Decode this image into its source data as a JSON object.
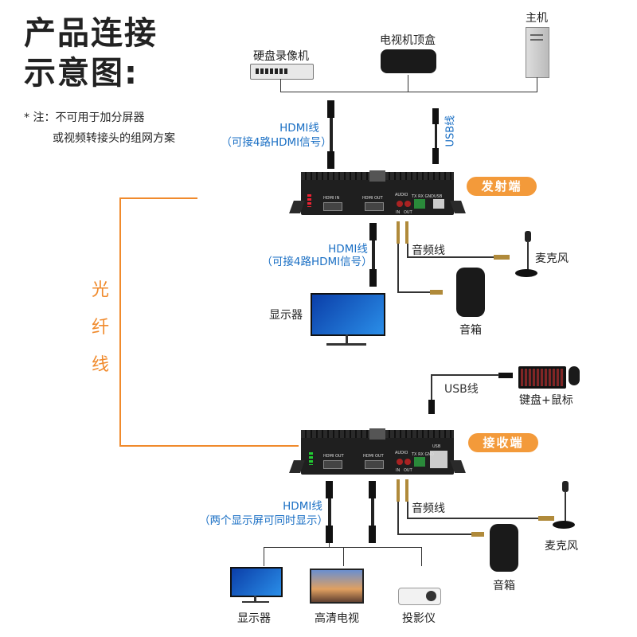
{
  "title": {
    "line1": "产品连接",
    "line2": "示意图:"
  },
  "note": {
    "line1": "* 注：不可用于加分屏器",
    "line2": "或视频转接头的组网方案"
  },
  "sources": {
    "nvr": "硬盘录像机",
    "stb": "电视机顶盒",
    "pc": "主机"
  },
  "top_hdmi": {
    "line1": "HDMI线",
    "line2": "（可接4路HDMI信号）"
  },
  "top_usb": "USB线",
  "transmitter": {
    "label": "发射端",
    "port_hdmi_in": "HDMI IN",
    "port_hdmi_out": "HDMI OUT",
    "port_audio": "AUDIO",
    "port_in": "IN",
    "port_out": "OUT",
    "port_txrx": "TX RX GND",
    "port_usb": "USB"
  },
  "tx_hdmi": {
    "line1": "HDMI线",
    "line2": "（可接4路HDMI信号）"
  },
  "tx_audio": "音频线",
  "tx_mic": "麦克风",
  "tx_speaker": "音箱",
  "tx_monitor": "显示器",
  "fiber": {
    "c1": "光",
    "c2": "纤",
    "c3": "线"
  },
  "rx_usb": "USB线",
  "keyboard_mouse": "键盘+鼠标",
  "receiver": {
    "label": "接收端",
    "port_hdmi_out1": "HDMI OUT",
    "port_hdmi_out2": "HDMI OUT",
    "port_audio": "AUDIO",
    "port_in": "IN",
    "port_out": "OUT",
    "port_txrx": "TX RX GND",
    "port_usb": "USB"
  },
  "rx_hdmi": {
    "line1": "HDMI线",
    "line2": "（两个显示屏可同时显示）"
  },
  "rx_audio": "音频线",
  "rx_mic": "麦克风",
  "rx_speaker": "音箱",
  "outputs": {
    "monitor": "显示器",
    "hdtv": "高清电视",
    "projector": "投影仪"
  },
  "colors": {
    "accent": "#f08a2c",
    "link_text": "#1a6fc4",
    "device": "#1f1f1f"
  }
}
